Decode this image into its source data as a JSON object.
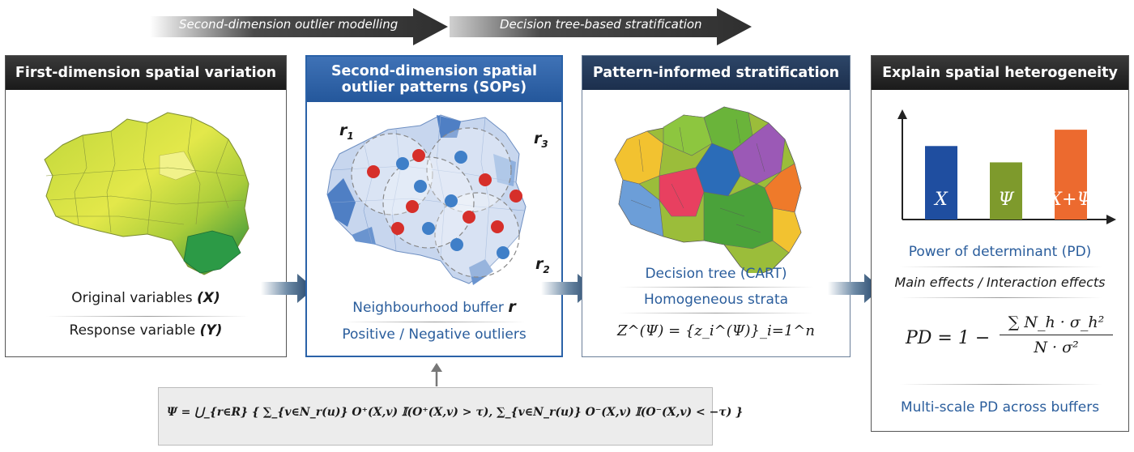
{
  "top_arrows": [
    {
      "label": "Second-dimension outlier modelling"
    },
    {
      "label": "Decision tree-based stratification"
    }
  ],
  "panels": {
    "p1": {
      "title": "First-dimension spatial variation",
      "line1": "Original variables",
      "line1_sym": "(X)",
      "line2": "Response variable",
      "line2_sym": "(Y)"
    },
    "p2": {
      "title": "Second-dimension spatial outlier patterns (SOPs)",
      "r1": "r",
      "r1_sub": "1",
      "r2": "r",
      "r2_sub": "2",
      "r3": "r",
      "r3_sub": "3",
      "line1": "Neighbourhood buffer",
      "line1_sym": "r",
      "line2": "Positive / Negative outliers"
    },
    "p3": {
      "title": "Pattern-informed stratification",
      "line1": "Decision tree (CART)",
      "line2": "Homogeneous strata",
      "formula": "Z^(Ψ) = {z_i^(Ψ)}_i=1^n"
    },
    "p4": {
      "title": "Explain spatial heterogeneity",
      "line1": "Power of determinant (PD)",
      "line2": "Main effects / Interaction effects",
      "formula_lhs": "PD = 1 −",
      "formula_num": "∑ N_h · σ_h²",
      "formula_den": "N · σ²",
      "line3": "Multi-scale PD across buffers"
    }
  },
  "chart_data": {
    "type": "bar",
    "categories": [
      "X",
      "Ψ",
      "X+Ψ"
    ],
    "values": [
      0.72,
      0.56,
      0.88
    ],
    "colors": [
      "#1f4ea0",
      "#7e9a2c",
      "#ec6a2f"
    ],
    "ylim": [
      0,
      1
    ]
  },
  "bottom_formula": "Ψ = ⋃_{r∈R} { ∑_{v∈N_r(u)} O⁺(X,v) 𝕀(O⁺(X,v) > τ), ∑_{v∈N_r(u)} O⁻(X,v) 𝕀(O⁻(X,v) < −τ) }",
  "colors": {
    "accent_blue": "#2a62a8",
    "dark_header": "#222222",
    "navy_header": "#243a5c",
    "text_blue": "#2a5d9c"
  }
}
